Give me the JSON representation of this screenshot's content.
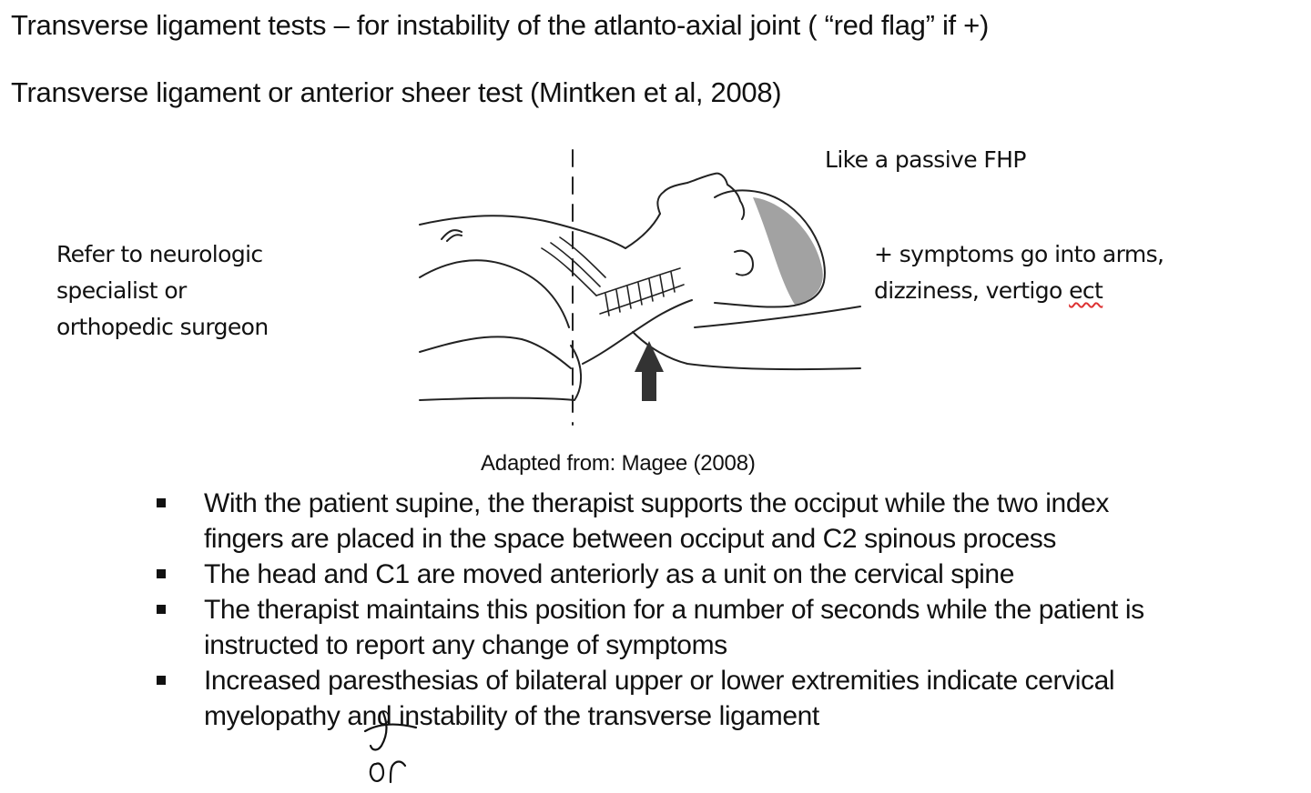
{
  "heading": {
    "title": "Transverse ligament tests – for instability of the atlanto-axial joint ( “red flag” if +)",
    "subtitle": "Transverse ligament or anterior sheer test (Mintken et al, 2008)"
  },
  "figure": {
    "note_top": "Like a passive FHP",
    "note_left": [
      "Refer to neurologic",
      "specialist or",
      "orthopedic surgeon"
    ],
    "note_right": [
      "+ symptoms go into arms,",
      "dizziness, vertigo ",
      "ect"
    ],
    "caption": "Adapted from:  Magee (2008)"
  },
  "bullets": [
    [
      "With the patient supine, the therapist supports the occiput while the two index",
      "fingers are placed in the space between occiput and C2 spinous process"
    ],
    [
      "The head and C1 are moved anteriorly as a unit on the cervical spine"
    ],
    [
      "The therapist maintains this position for a number of seconds while the patient is",
      "instructed to report any change of symptoms"
    ],
    [
      "Increased paresthesias of bilateral upper or lower extremities indicate cervical",
      "myelopathy and instability of the transverse ligament"
    ]
  ],
  "handwritten_note": "or"
}
